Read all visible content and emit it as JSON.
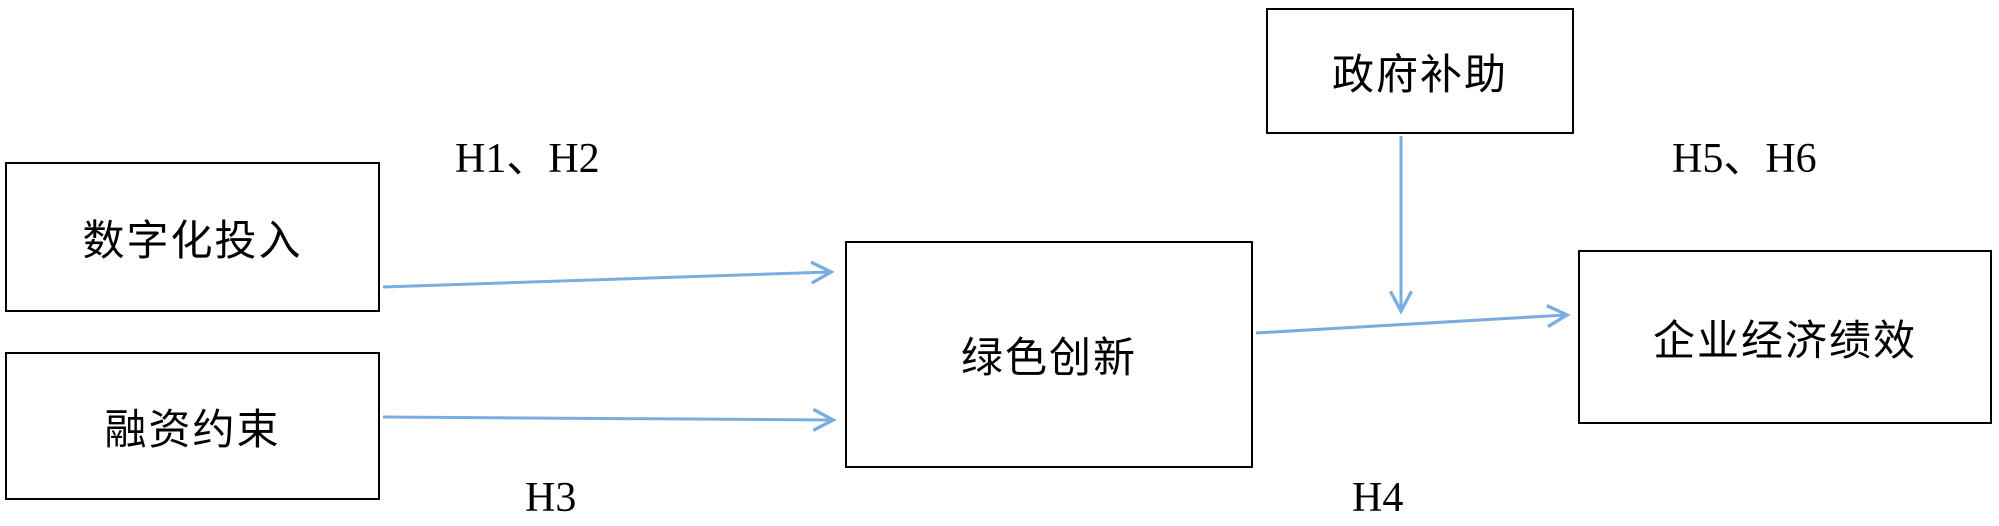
{
  "nodes": {
    "digital_input": {
      "label": "数字化投入"
    },
    "financing_constraint": {
      "label": "融资约束"
    },
    "green_innovation": {
      "label": "绿色创新"
    },
    "government_subsidy": {
      "label": "政府补助"
    },
    "economic_performance": {
      "label": "企业经济绩效"
    }
  },
  "hypotheses": {
    "h1_h2": "H1、H2",
    "h3": "H3",
    "h4": "H4",
    "h5_h6": "H5、H6"
  },
  "arrows": [
    {
      "name": "digital-to-green",
      "from": "digital_input",
      "to": "green_innovation",
      "label": "H1、H2"
    },
    {
      "name": "financing-to-green",
      "from": "financing_constraint",
      "to": "green_innovation",
      "label": "H3"
    },
    {
      "name": "green-to-performance",
      "from": "green_innovation",
      "to": "economic_performance",
      "label": "H4"
    },
    {
      "name": "subsidy-moderation",
      "from": "government_subsidy",
      "to": "green-to-performance-arrow",
      "label": "H5、H6"
    }
  ],
  "colors": {
    "arrow": "#79ade0",
    "border": "#000000",
    "fill": "#ffffff",
    "text": "#000000",
    "background": "#ffffff"
  }
}
